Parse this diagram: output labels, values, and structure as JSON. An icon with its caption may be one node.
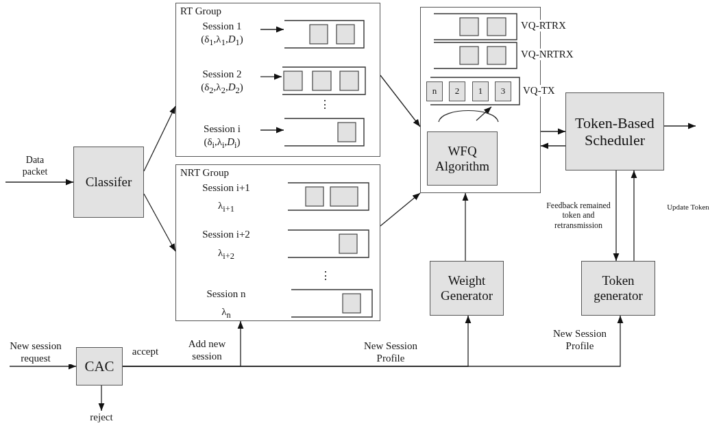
{
  "diagram": {
    "nodes": [
      {
        "text": [
          "Classifer"
        ]
      },
      {
        "text": [
          "RT Group"
        ]
      },
      {
        "text": [
          "Session 1",
          "(δ$_{1}$,λ$_{1}$,*D*$_{1}$)"
        ],
        "in": 1
      },
      {
        "text": [],
        "shape": "box",
        "in": 1
      },
      {
        "text": [
          "Session 2",
          "(δ$_{2}$,λ$_{2}$,*D*$_{2}$)"
        ],
        "in": 1
      },
      {
        "text": [],
        "shape": "box",
        "in": 1
      },
      {
        "text": [
          "Session i",
          "(δ$_{i}$,λ$_{i}$,*D*$_{i}$)"
        ],
        "in": 1
      },
      {
        "text": [],
        "shape": "box",
        "in": 1
      },
      {
        "text": [
          "NRT Group"
        ]
      },
      {
        "text": [],
        "shape": "box",
        "in": 8
      },
      {
        "text": [],
        "shape": "box",
        "in": 8
      },
      {
        "text": [],
        "shape": "box",
        "in": 8
      },
      {
        "text": [],
        "shape": "box"
      },
      {
        "text": [],
        "shape": "box",
        "in": 12,
        "beside": [
          "VQ-RTRX"
        ]
      },
      {
        "text": [],
        "shape": "box",
        "in": 12,
        "beside": [
          "VQ-NRTRX"
        ]
      },
      {
        "text": [],
        "shape": "box",
        "in": 12,
        "beside": [
          "VQ-TX"
        ]
      },
      {
        "text": [
          "n"
        ],
        "in": 15
      },
      {
        "text": [
          "2"
        ],
        "in": 15
      },
      {
        "text": [
          "1"
        ],
        "in": 15
      },
      {
        "text": [
          "3"
        ],
        "in": 15
      },
      {
        "text": [
          "WFQ Algorithm"
        ],
        "in": 12
      },
      {
        "text": [
          "Token-Based Scheduler"
        ]
      },
      {
        "text": [
          "Weight Generator"
        ]
      },
      {
        "text": [
          "Token generator"
        ]
      },
      {
        "text": [
          "CAC"
        ]
      },
      {
        "text": [
          "reject"
        ]
      }
    ],
    "edges": [
      {
        "from": null,
        "to": 0,
        "arrow": "to",
        "label": "Data packet"
      },
      {
        "from": 0,
        "to": 1,
        "arrow": "to"
      },
      {
        "from": 0,
        "to": 8,
        "arrow": "to"
      },
      {
        "from": 2,
        "to": 3,
        "arrow": "to"
      },
      {
        "from": 4,
        "to": 5,
        "arrow": "to"
      },
      {
        "from": 6,
        "to": 7,
        "arrow": "to"
      },
      {
        "from": 1,
        "to": 12,
        "arrow": "to"
      },
      {
        "from": 8,
        "to": 12,
        "arrow": "to"
      },
      {
        "from": 12,
        "to": 21,
        "arrow": "to"
      },
      {
        "from": 21,
        "to": 12,
        "arrow": "to"
      },
      {
        "from": 21,
        "to": null,
        "arrow": "to"
      },
      {
        "from": 21,
        "to": 23,
        "arrow": "to",
        "label": "Feedback remained token and retransmission"
      },
      {
        "from": 23,
        "to": 21,
        "arrow": "to",
        "label": "Update Token"
      },
      {
        "from": 22,
        "to": 12,
        "arrow": "to"
      },
      {
        "from": null,
        "to": 24,
        "arrow": "to",
        "label": "New session request"
      },
      {
        "from": 24,
        "to": 25,
        "arrow": "to"
      },
      {
        "from": 24,
        "to": 8,
        "arrow": "to",
        "label": "Add new session"
      },
      {
        "from": 24,
        "to": 22,
        "arrow": "to",
        "label": "New Session Profile"
      },
      {
        "from": 24,
        "to": 23,
        "arrow": "to",
        "label": "New Session Profile"
      }
    ],
    "labels": [
      "⋮",
      "Session i+1",
      "λ$_{i+1}$",
      "Session i+2",
      "λ$_{i+2}$",
      "⋮",
      "Session n",
      "λ$_{n}$",
      "accept"
    ]
  }
}
